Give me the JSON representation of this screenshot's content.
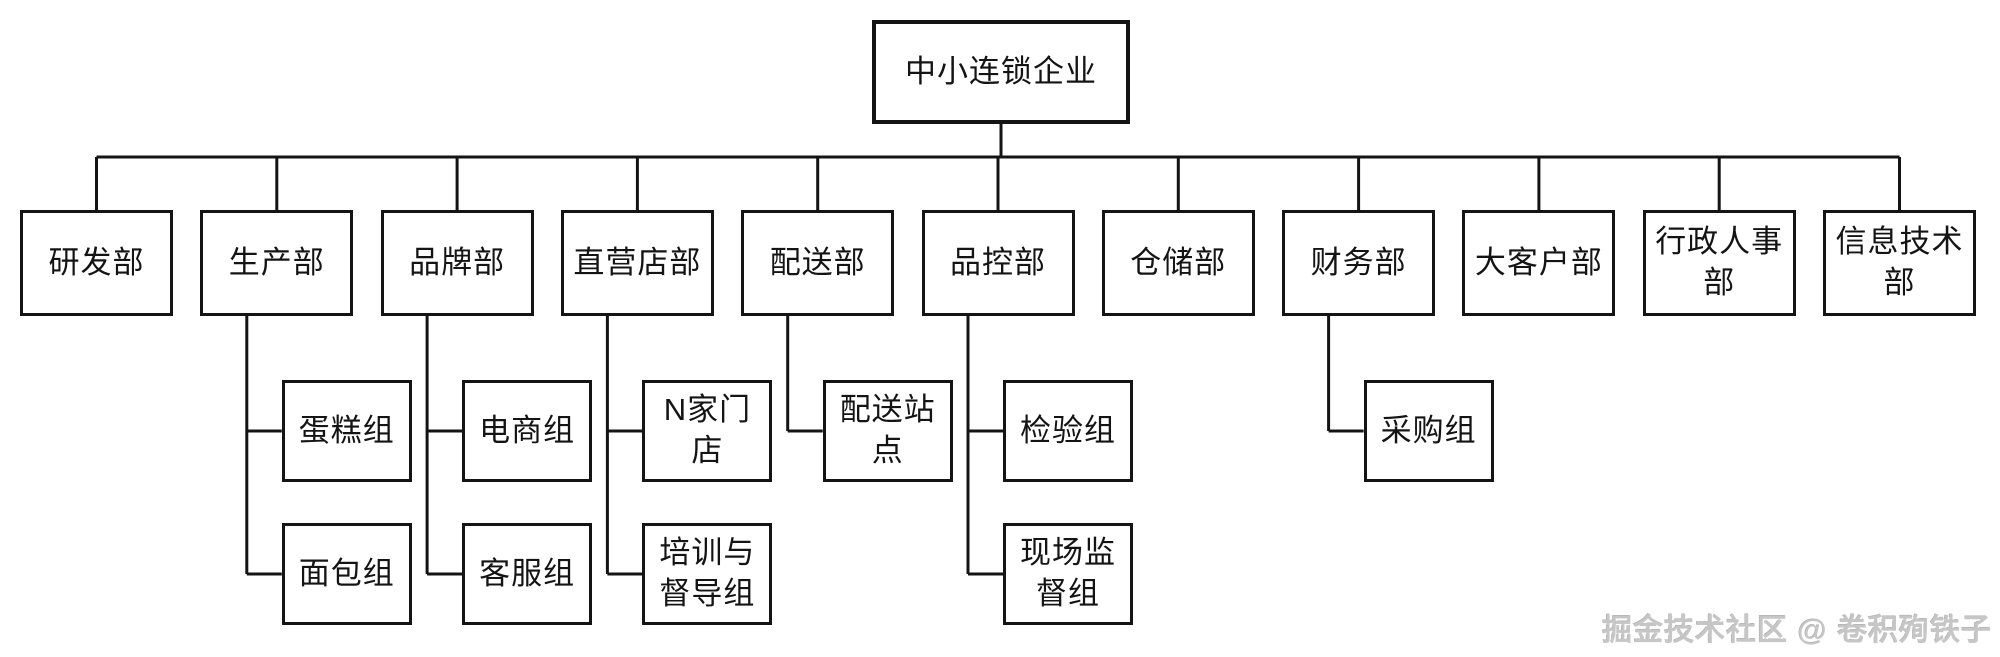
{
  "org_chart": {
    "root": {
      "id": "company-root",
      "label": "中小连锁企业"
    },
    "departments": [
      {
        "id": "dept-rnd",
        "label": "研发部",
        "children": []
      },
      {
        "id": "dept-production",
        "label": "生产部",
        "children": [
          {
            "id": "group-cake",
            "label": "蛋糕组"
          },
          {
            "id": "group-bread",
            "label": "面包组"
          }
        ]
      },
      {
        "id": "dept-brand",
        "label": "品牌部",
        "children": [
          {
            "id": "group-ecommerce",
            "label": "电商组"
          },
          {
            "id": "group-customer-service",
            "label": "客服组"
          }
        ]
      },
      {
        "id": "dept-direct-stores",
        "label": "直营店部",
        "children": [
          {
            "id": "group-n-stores",
            "label": "N家门店"
          },
          {
            "id": "group-training-supervision",
            "label": "培训与督导组"
          }
        ]
      },
      {
        "id": "dept-delivery",
        "label": "配送部",
        "children": [
          {
            "id": "group-delivery-stations",
            "label": "配送站点"
          }
        ]
      },
      {
        "id": "dept-quality-control",
        "label": "品控部",
        "children": [
          {
            "id": "group-inspection",
            "label": "检验组"
          },
          {
            "id": "group-onsite-supervision",
            "label": "现场监督组"
          }
        ]
      },
      {
        "id": "dept-warehousing",
        "label": "仓储部",
        "children": []
      },
      {
        "id": "dept-finance",
        "label": "财务部",
        "children": [
          {
            "id": "group-procurement",
            "label": "采购组"
          }
        ]
      },
      {
        "id": "dept-key-accounts",
        "label": "大客户部",
        "children": []
      },
      {
        "id": "dept-admin-hr",
        "label": "行政人事部",
        "children": []
      },
      {
        "id": "dept-it",
        "label": "信息技术部",
        "children": []
      }
    ]
  },
  "watermark": {
    "text": "掘金技术社区 @ 卷积殉铁子"
  },
  "colors": {
    "background": "#ffffff",
    "box_fill": "#ffffff",
    "box_border": "#141414",
    "line": "#141414",
    "watermark_text": "#c6c6c6"
  }
}
